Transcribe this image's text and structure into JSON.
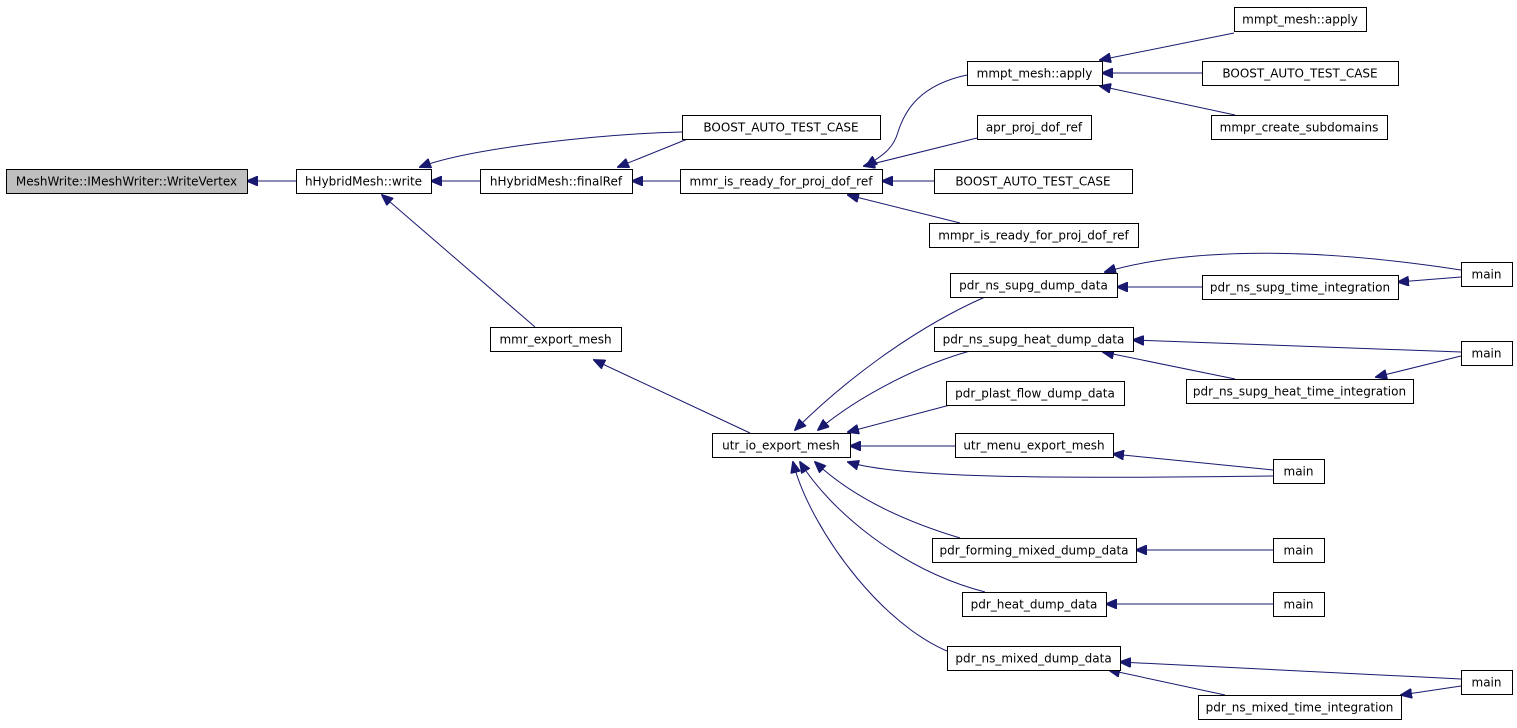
{
  "graph": {
    "root": "MeshWrite::IMeshWriter::WriteVertex",
    "colors": {
      "edge": "#191970",
      "root_fill": "#bfbfbf",
      "node_fill": "#ffffff",
      "node_border": "#000000"
    },
    "nodes": [
      {
        "id": "n0",
        "label": "MeshWrite::IMeshWriter::WriteVertex"
      },
      {
        "id": "n1",
        "label": "hHybridMesh::write"
      },
      {
        "id": "n2",
        "label": "hHybridMesh::finalRef"
      },
      {
        "id": "n3",
        "label": "BOOST_AUTO_TEST_CASE"
      },
      {
        "id": "n4",
        "label": "mmr_is_ready_for_proj_dof_ref"
      },
      {
        "id": "n5",
        "label": "mmpt_mesh::apply"
      },
      {
        "id": "n6",
        "label": "mmpt_mesh::apply"
      },
      {
        "id": "n7",
        "label": "BOOST_AUTO_TEST_CASE"
      },
      {
        "id": "n8",
        "label": "mmpr_create_subdomains"
      },
      {
        "id": "n9",
        "label": "apr_proj_dof_ref"
      },
      {
        "id": "n10",
        "label": "BOOST_AUTO_TEST_CASE"
      },
      {
        "id": "n11",
        "label": "mmpr_is_ready_for_proj_dof_ref"
      },
      {
        "id": "n12",
        "label": "mmr_export_mesh"
      },
      {
        "id": "n13",
        "label": "utr_io_export_mesh"
      },
      {
        "id": "n14",
        "label": "pdr_ns_supg_dump_data"
      },
      {
        "id": "n15",
        "label": "pdr_ns_supg_time_integration"
      },
      {
        "id": "n16",
        "label": "main"
      },
      {
        "id": "n17",
        "label": "pdr_ns_supg_heat_dump_data"
      },
      {
        "id": "n18",
        "label": "main"
      },
      {
        "id": "n19",
        "label": "pdr_ns_supg_heat_time_integration"
      },
      {
        "id": "n20",
        "label": "pdr_plast_flow_dump_data"
      },
      {
        "id": "n21",
        "label": "utr_menu_export_mesh"
      },
      {
        "id": "n22",
        "label": "main"
      },
      {
        "id": "n23",
        "label": "pdr_forming_mixed_dump_data"
      },
      {
        "id": "n24",
        "label": "main"
      },
      {
        "id": "n25",
        "label": "pdr_heat_dump_data"
      },
      {
        "id": "n26",
        "label": "main"
      },
      {
        "id": "n27",
        "label": "pdr_ns_mixed_dump_data"
      },
      {
        "id": "n28",
        "label": "main"
      },
      {
        "id": "n29",
        "label": "pdr_ns_mixed_time_integration"
      }
    ],
    "edges": [
      {
        "from": "n1",
        "to": "n0"
      },
      {
        "from": "n2",
        "to": "n1"
      },
      {
        "from": "n3",
        "to": "n1"
      },
      {
        "from": "n12",
        "to": "n1"
      },
      {
        "from": "n3",
        "to": "n2"
      },
      {
        "from": "n4",
        "to": "n2"
      },
      {
        "from": "n5",
        "to": "n4"
      },
      {
        "from": "n9",
        "to": "n4"
      },
      {
        "from": "n10",
        "to": "n4"
      },
      {
        "from": "n11",
        "to": "n4"
      },
      {
        "from": "n6",
        "to": "n5"
      },
      {
        "from": "n7",
        "to": "n5"
      },
      {
        "from": "n8",
        "to": "n5"
      },
      {
        "from": "n13",
        "to": "n12"
      },
      {
        "from": "n14",
        "to": "n13"
      },
      {
        "from": "n17",
        "to": "n13"
      },
      {
        "from": "n20",
        "to": "n13"
      },
      {
        "from": "n21",
        "to": "n13"
      },
      {
        "from": "n22",
        "to": "n13"
      },
      {
        "from": "n23",
        "to": "n13"
      },
      {
        "from": "n25",
        "to": "n13"
      },
      {
        "from": "n27",
        "to": "n13"
      },
      {
        "from": "n15",
        "to": "n14"
      },
      {
        "from": "n16",
        "to": "n14"
      },
      {
        "from": "n16",
        "to": "n15"
      },
      {
        "from": "n18",
        "to": "n17"
      },
      {
        "from": "n19",
        "to": "n17"
      },
      {
        "from": "n18",
        "to": "n19"
      },
      {
        "from": "n22",
        "to": "n21"
      },
      {
        "from": "n24",
        "to": "n23"
      },
      {
        "from": "n26",
        "to": "n25"
      },
      {
        "from": "n28",
        "to": "n27"
      },
      {
        "from": "n29",
        "to": "n27"
      },
      {
        "from": "n28",
        "to": "n29"
      }
    ]
  }
}
